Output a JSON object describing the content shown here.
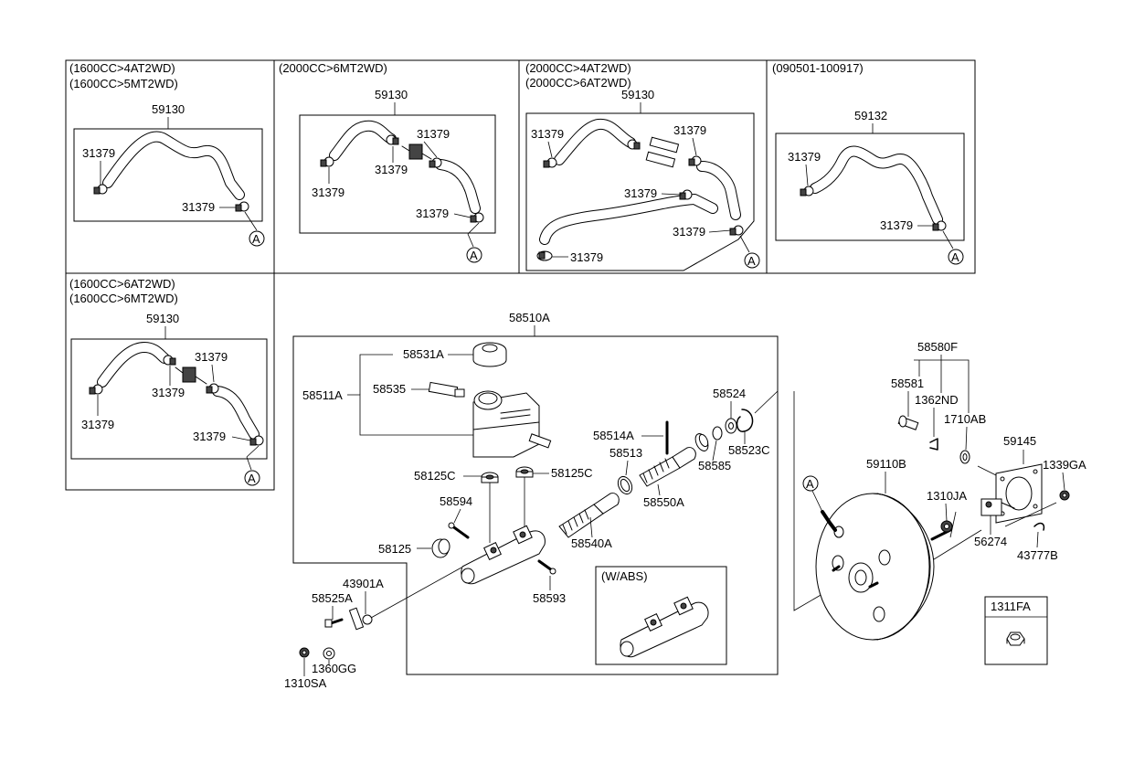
{
  "panels": {
    "p1": {
      "title1": "(1600CC>4AT2WD)",
      "title2": "(1600CC>5MT2WD)",
      "hose": "59130",
      "clamp_a": "31379",
      "clamp_b": "31379",
      "ref": "A"
    },
    "p2": {
      "title1": "(2000CC>6MT2WD)",
      "hose": "59130",
      "clamp_a": "31379",
      "clamp_b": "31379",
      "clamp_c": "31379",
      "clamp_d": "31379",
      "ref": "A"
    },
    "p3": {
      "title1": "(2000CC>4AT2WD)",
      "title2": "(2000CC>6AT2WD)",
      "hose": "59130",
      "clamp_a": "31379",
      "clamp_b": "31379",
      "clamp_c": "31379",
      "clamp_d": "31379",
      "clamp_e": "31379",
      "ref": "A"
    },
    "p4": {
      "title1": "(090501-100917)",
      "hose": "59132",
      "clamp_a": "31379",
      "clamp_b": "31379",
      "ref": "A"
    },
    "p5": {
      "title1": "(1600CC>6AT2WD)",
      "title2": "(1600CC>6MT2WD)",
      "hose": "59130",
      "clamp_a": "31379",
      "clamp_b": "31379",
      "clamp_c": "31379",
      "clamp_d": "31379",
      "ref": "A"
    }
  },
  "master_cylinder": {
    "assembly": "58510A",
    "cap": "58531A",
    "reservoir": "58511A",
    "sensor": "58535",
    "grommet_left": "58125C",
    "grommet_right": "58125C",
    "pin": "58594",
    "plug": "58125",
    "bleeder": "58593",
    "bracket": "43901A",
    "bolt": "58525A",
    "washer": "1360GG",
    "nut": "1310SA",
    "retainer": "58514A",
    "seal_ring": "58513",
    "secondary_piston": "58540A",
    "primary_piston": "58550A",
    "cup": "58585",
    "cup_seal": "58524",
    "snap_ring": "58523C",
    "abs_label": "(W/ABS)"
  },
  "booster": {
    "unit": "59110B",
    "ref": "A",
    "kit": "58580F",
    "clevis_pin": "58581",
    "spring_pin": "1362ND",
    "seal": "1710AB",
    "gasket": "59145",
    "nut_a": "1339GA",
    "nut_b": "1310JA",
    "clevis": "56274",
    "clip": "43777B",
    "nut_box": "1311FA"
  }
}
